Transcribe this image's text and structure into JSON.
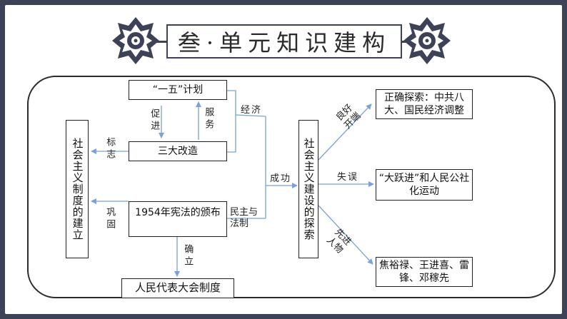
{
  "header": {
    "title": "叁·单元知识建构"
  },
  "diagram": {
    "nodes": {
      "plan": "“一五”计划",
      "reform": "三大改造",
      "constitution": "1954年宪法的颁布",
      "congress": "人民代表大会制度",
      "socialist_system": "社会主义制度的建立",
      "exploration": "社会主义建设的探索",
      "correct": "正确探索：中共八大、国民经济调整",
      "leap": "“大跃进”和人民公社化运动",
      "figures": "焦裕禄、王进喜、雷锋、邓稼先"
    },
    "labels": {
      "promote": "促进",
      "serve": "服务",
      "economy": "经济",
      "marker": "标志",
      "consolidate": "巩固",
      "democracy_law": "民主与法制",
      "establish": "确立",
      "success": "成功",
      "good_start": "良好开端",
      "mistake": "失误",
      "advanced_figures": "先进人物"
    }
  }
}
